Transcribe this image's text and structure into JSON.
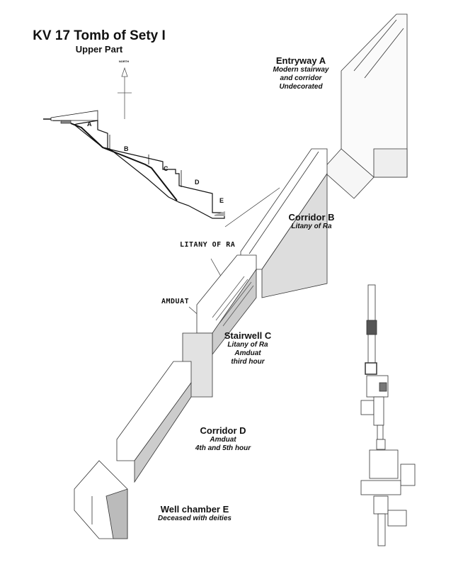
{
  "title": "KV 17 Tomb of Sety I",
  "subtitle": "Upper Part",
  "north_label": "NORTH",
  "section_letters": [
    "A",
    "B",
    "C",
    "D",
    "E"
  ],
  "captions": {
    "litany": "LITANY OF RA",
    "amduat": "AMDUAT"
  },
  "areas": [
    {
      "name": "Entryway A",
      "desc": [
        "Modern stairway",
        "and corridor",
        "Undecorated"
      ]
    },
    {
      "name": "Corridor B",
      "desc": [
        "Litany of Ra"
      ]
    },
    {
      "name": "Stairwell C",
      "desc": [
        "Litany of Ra",
        "Amduat",
        "third hour"
      ]
    },
    {
      "name": "Corridor D",
      "desc": [
        "Amduat",
        "4th and 5th hour"
      ]
    },
    {
      "name": "Well chamber E",
      "desc": [
        "Deceased with deities"
      ]
    }
  ]
}
